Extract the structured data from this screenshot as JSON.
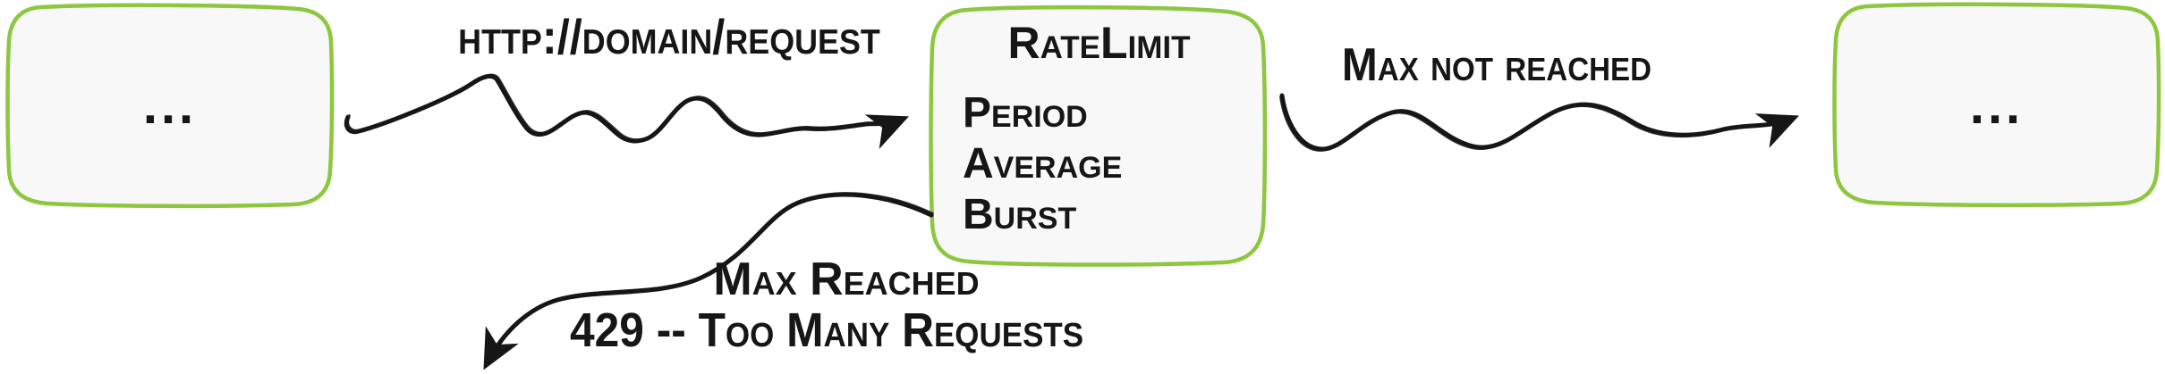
{
  "palette": {
    "background": "#ffffff",
    "ink": "#161616",
    "node_border_green": "#8dc63f",
    "node_fill": "#f8f8f8"
  },
  "nodes": {
    "left_service": {
      "label": "..."
    },
    "rate_limit": {
      "title": "RateLimit",
      "attributes": [
        "Period",
        "Average",
        "Burst"
      ]
    },
    "right_service": {
      "label": "..."
    }
  },
  "edges": {
    "request": {
      "label": "http://domain/request"
    },
    "max_not_reached": {
      "label": "Max not reached"
    },
    "max_reached": {
      "label": "Max Reached",
      "status_label": "429 -- Too Many Requests"
    }
  }
}
